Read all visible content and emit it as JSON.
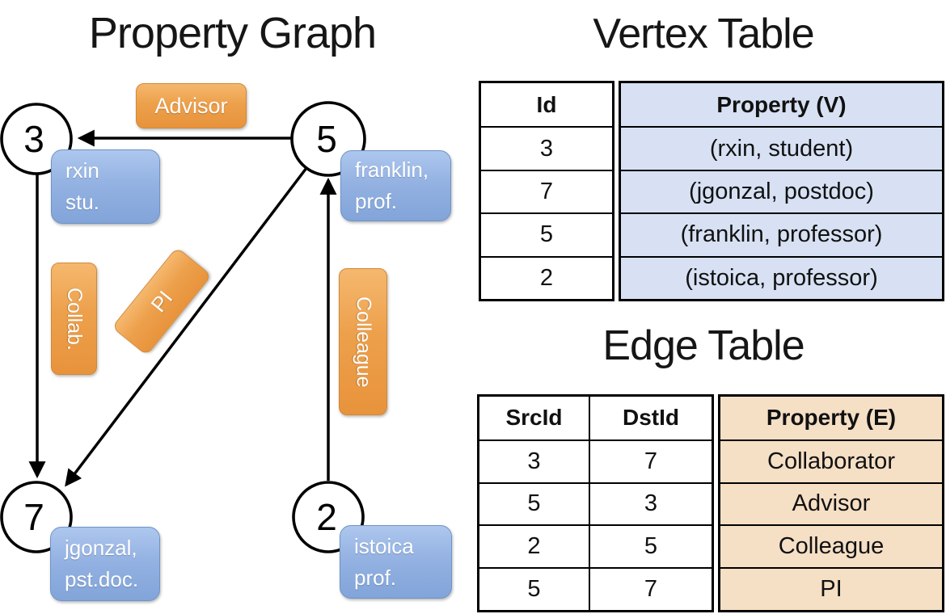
{
  "titles": {
    "property_graph": "Property Graph",
    "vertex_table": "Vertex Table",
    "edge_table": "Edge Table"
  },
  "graph": {
    "nodes": {
      "n3": {
        "id": "3",
        "label_line1": "rxin",
        "label_line2": "stu."
      },
      "n5": {
        "id": "5",
        "label_line1": "franklin,",
        "label_line2": "prof."
      },
      "n7": {
        "id": "7",
        "label_line1": "jgonzal,",
        "label_line2": "pst.doc."
      },
      "n2": {
        "id": "2",
        "label_line1": "istoica",
        "label_line2": "prof."
      }
    },
    "edge_labels": {
      "advisor": "Advisor",
      "collab": "Collab.",
      "pi": "PI",
      "colleague": "Colleague"
    }
  },
  "vertex_table": {
    "headers": {
      "id": "Id",
      "property": "Property (V)"
    },
    "rows": [
      {
        "id": "3",
        "property": "(rxin, student)"
      },
      {
        "id": "7",
        "property": "(jgonzal, postdoc)"
      },
      {
        "id": "5",
        "property": "(franklin, professor)"
      },
      {
        "id": "2",
        "property": "(istoica, professor)"
      }
    ]
  },
  "edge_table": {
    "headers": {
      "src": "SrcId",
      "dst": "DstId",
      "property": "Property (E)"
    },
    "rows": [
      {
        "src": "3",
        "dst": "7",
        "property": "Collaborator"
      },
      {
        "src": "5",
        "dst": "3",
        "property": "Advisor"
      },
      {
        "src": "2",
        "dst": "5",
        "property": "Colleague"
      },
      {
        "src": "5",
        "dst": "7",
        "property": "PI"
      }
    ]
  },
  "colors": {
    "edge_label_orange": "#ED9A42",
    "node_label_blue": "#8FAEDF",
    "vertex_property_fill": "#D7E1F3",
    "edge_property_fill": "#F5DFC5",
    "line_color": "#000000"
  }
}
